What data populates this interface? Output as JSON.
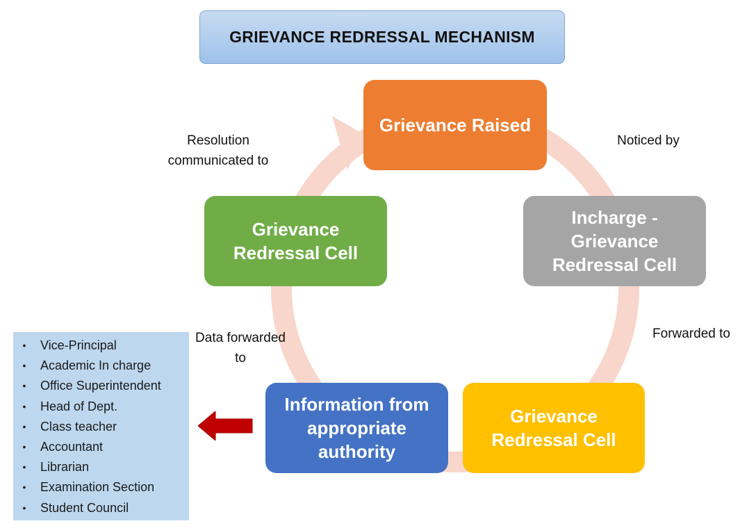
{
  "title": "GRIEVANCE  REDRESSAL MECHANISM",
  "nodes": {
    "raised": "Grievance Raised",
    "incharge": "Incharge - Grievance Redressal Cell",
    "cell_yellow": "Grievance Redressal Cell",
    "info": "Information from appropriate authority",
    "cell_green": "Grievance Redressal Cell"
  },
  "edge_labels": {
    "resolution": "Resolution communicated to",
    "noticed": "Noticed by",
    "forwarded": "Forwarded to",
    "data": "Data forwarded to"
  },
  "authorities": [
    "Vice-Principal",
    "Academic In charge",
    "Office Superintendent",
    "Head of Dept.",
    "Class teacher",
    "Accountant",
    "Librarian",
    "Examination Section",
    "Student Council"
  ],
  "colors": {
    "raised": "#ed7d31",
    "incharge": "#a5a5a5",
    "cell_yellow": "#ffc000",
    "info": "#4472c4",
    "cell_green": "#70ad47",
    "ring": "#f8d6cb",
    "list_bg": "#bdd7ee",
    "arrow": "#c00000"
  }
}
